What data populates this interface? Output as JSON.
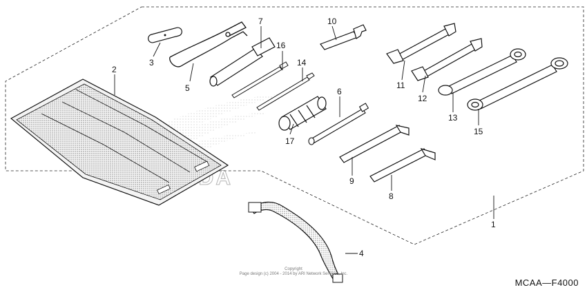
{
  "callouts": [
    "1",
    "2",
    "3",
    "4",
    "5",
    "6",
    "7",
    "8",
    "9",
    "10",
    "11",
    "12",
    "13",
    "14",
    "15",
    "16",
    "17"
  ],
  "watermark": {
    "brand": "HONDA"
  },
  "copyright": {
    "line1": "Copyright",
    "line2": "Page design (c) 2004 - 2014 by ARI Network Services, Inc."
  },
  "part_code": "MCAA—F4000",
  "colors": {
    "line": "#111111",
    "stipple": "#555555",
    "background": "#ffffff"
  }
}
